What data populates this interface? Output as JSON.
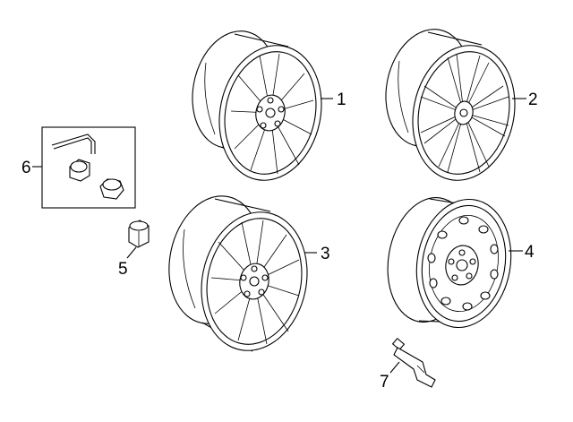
{
  "parts": [
    {
      "callout": "1",
      "icon": "alloy-wheel-10-spoke-icon"
    },
    {
      "callout": "2",
      "icon": "alloy-wheel-split-spoke-icon"
    },
    {
      "callout": "3",
      "icon": "alloy-wheel-y-spoke-icon"
    },
    {
      "callout": "4",
      "icon": "steel-spare-wheel-icon"
    },
    {
      "callout": "5",
      "icon": "lug-nut-icon"
    },
    {
      "callout": "6",
      "icon": "wheel-lock-kit-icon"
    },
    {
      "callout": "7",
      "icon": "tpms-valve-stem-icon"
    }
  ]
}
